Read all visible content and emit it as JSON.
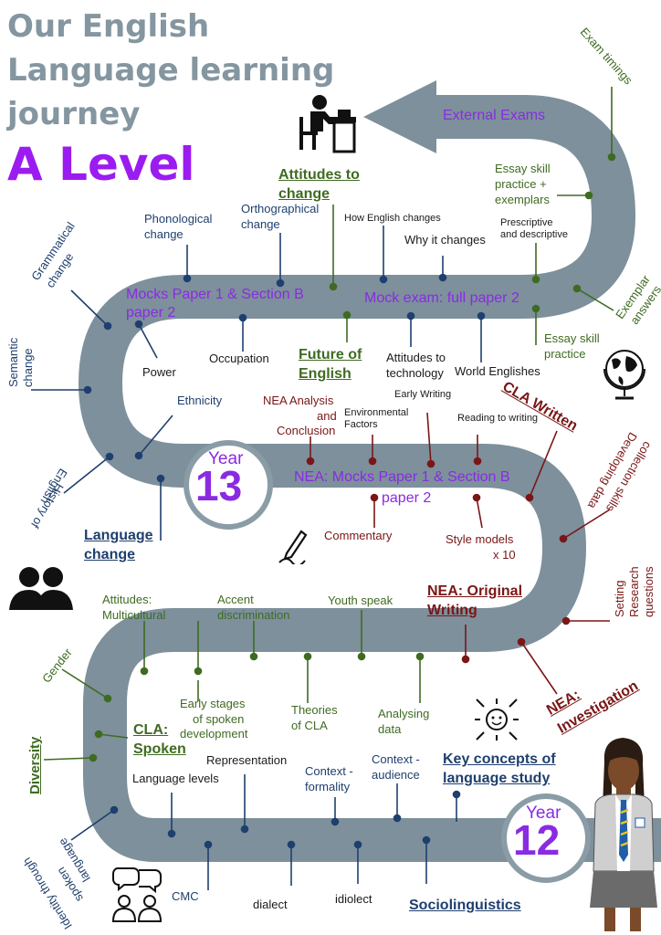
{
  "title": {
    "line1": "Our English",
    "line2": "Language learning",
    "line3": "journey",
    "level": "A Level"
  },
  "road_labels": {
    "external_exams": "External Exams",
    "mock_full": "Mock exam: full paper 2",
    "mocks_p1_line1": "Mocks Paper 1 & Section B",
    "mocks_p1_line2": "paper 2",
    "nea_mocks_line1": "NEA: Mocks Paper 1 & Section B",
    "nea_mocks_line2": "paper 2"
  },
  "year13": {
    "word": "Year",
    "num": "13"
  },
  "year12": {
    "word": "Year",
    "num": "12"
  },
  "headings": {
    "attitudes_change_1": "Attitudes to",
    "attitudes_change_2": "change",
    "future_1": "Future of",
    "future_2": "English",
    "cla_written": "CLA Written",
    "language_change_1": "Language",
    "language_change_2": "change",
    "nea_orig_1": "NEA: Original",
    "nea_orig_2": "Writing",
    "nea_inv_1": "NEA:",
    "nea_inv_2": "Investigation",
    "cla_spoken_1": "CLA:",
    "cla_spoken_2": "Spoken",
    "key_concepts_1": "Key concepts of",
    "key_concepts_2": "language study",
    "sociolinguistics": "Sociolinguistics"
  },
  "topics": {
    "exam_timings": "Exam timings",
    "essay_skill_1": "Essay skill",
    "essay_skill_2": "practice +",
    "essay_skill_3": "exemplars",
    "prescriptive_1": "Prescriptive",
    "prescriptive_2": "and descriptive",
    "why_changes": "Why it changes",
    "how_english": "How English changes",
    "orthographical_1": "Orthographical",
    "orthographical_2": "change",
    "phonological_1": "Phonological",
    "phonological_2": "change",
    "grammatical_1": "Grammatical",
    "grammatical_2": "change",
    "exemplar_1": "Exemplar",
    "exemplar_2": "answers",
    "essay_practice_1": "Essay skill",
    "essay_practice_2": "practice",
    "semantic_1": "Semantic",
    "semantic_2": "change",
    "power": "Power",
    "occupation": "Occupation",
    "attitudes_tech_1": "Attitudes to",
    "attitudes_tech_2": "technology",
    "world_englishes": "World Englishes",
    "ethnicity": "Ethnicity",
    "nea_analysis_1": "NEA Analysis",
    "nea_analysis_2": "and",
    "nea_analysis_3": "Conclusion",
    "env_factors_1": "Environmental",
    "env_factors_2": "Factors",
    "early_writing": "Early Writing",
    "reading_writing": "Reading to writing",
    "developing_1": "Developing data",
    "developing_2": "collection skills",
    "history_1": "History of",
    "history_2": "English",
    "commentary": "Commentary",
    "style_models_1": "Style models",
    "style_models_2": "x 10",
    "setting_1": "Setting",
    "setting_2": "Research",
    "setting_3": "questions",
    "attitudes_multi_1": "Attitudes:",
    "attitudes_multi_2": "Multicultural",
    "accent_1": "Accent",
    "accent_2": "discrimination",
    "youth_speak": "Youth speak",
    "gender": "Gender",
    "early_stages_1": "Early stages",
    "early_stages_2": "of spoken",
    "early_stages_3": "development",
    "theories_1": "Theories",
    "theories_2": "of CLA",
    "analysing_1": "Analysing",
    "analysing_2": "data",
    "diversity": "Diversity",
    "representation": "Representation",
    "context_formality_1": "Context -",
    "context_formality_2": "formality",
    "context_audience_1": "Context -",
    "context_audience_2": "audience",
    "language_levels": "Language levels",
    "identity_1": "Identity through",
    "identity_2": "spoken",
    "identity_3": "language",
    "cmc": "CMC",
    "dialect": "dialect",
    "idiolect": "idiolect"
  },
  "icons": [
    "teacher-at-desk-icon",
    "pen-writing-icon",
    "two-people-icon",
    "child-face-icon",
    "globe-icon",
    "speech-people-icon",
    "student-girl-icon"
  ],
  "colors": {
    "road": "#7d909c",
    "title": "#8496a0",
    "accent": "#9b1cf0",
    "blue": "#1f3f6e",
    "red": "#7a1616",
    "green": "#3f6b21"
  }
}
